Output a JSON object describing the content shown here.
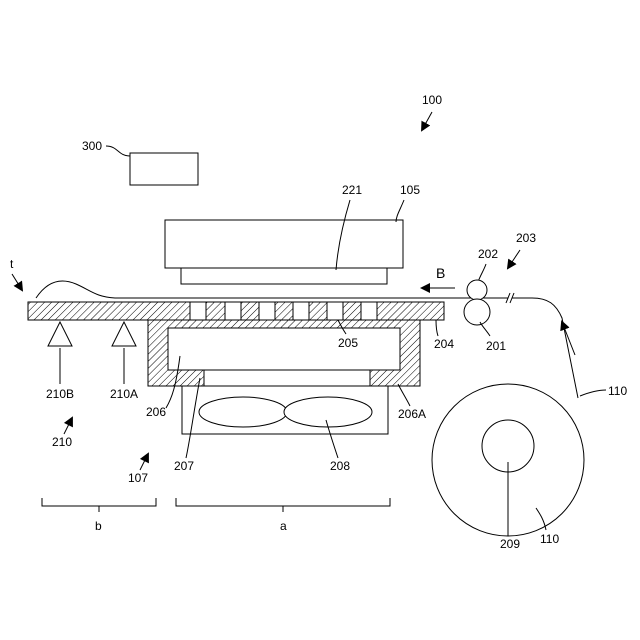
{
  "labels": {
    "device": "100",
    "controller": "300",
    "head": "105",
    "nozzle": "221",
    "feed_unit": "203",
    "roller_top": "202",
    "roller_bottom": "201",
    "direction_arrow": "B",
    "sheet_edge": "t",
    "platen": "204",
    "suction_holes": "205",
    "chamber": "206",
    "chamber_wall": "206A",
    "opening": "207",
    "fan": "208",
    "roll_core": "209",
    "roll_medium": "110",
    "web_medium": "110",
    "sensor_b": "210B",
    "sensor_a": "210A",
    "sensor_group": "210",
    "drying_unit": "107",
    "region_b": "b",
    "region_a": "a"
  }
}
